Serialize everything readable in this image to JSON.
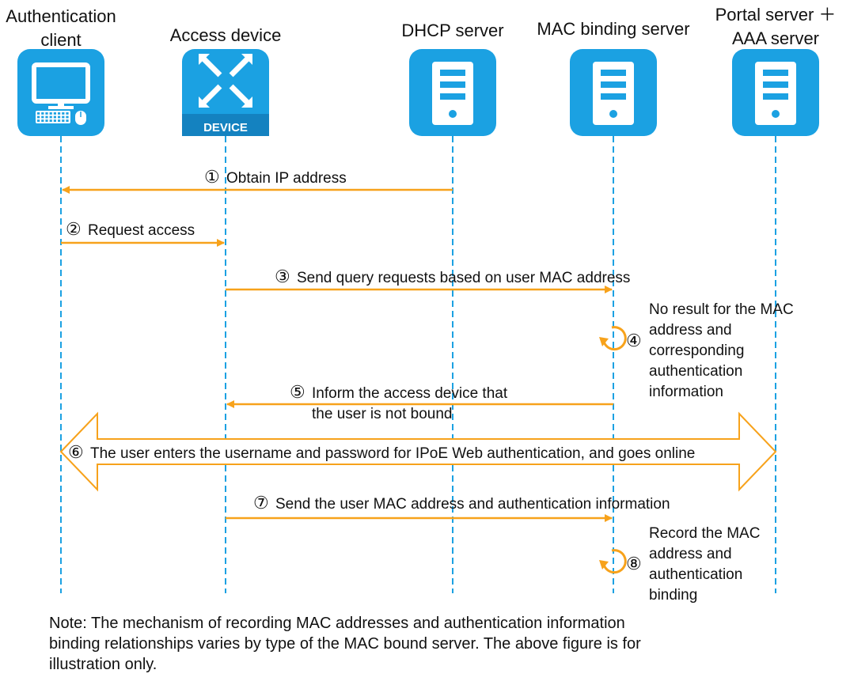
{
  "participants": [
    {
      "id": "client",
      "label_lines": [
        "Authentication",
        "client"
      ],
      "icon": "computer-icon"
    },
    {
      "id": "access",
      "label_lines": [
        "Access device"
      ],
      "icon": "device-icon",
      "badge": "DEVICE"
    },
    {
      "id": "dhcp",
      "label_lines": [
        "DHCP server"
      ],
      "icon": "server-icon"
    },
    {
      "id": "macbind",
      "label_lines": [
        "MAC binding server"
      ],
      "icon": "server-icon"
    },
    {
      "id": "portal",
      "label_lines": [
        "Portal server ＋",
        "AAA server"
      ],
      "icon": "server-icon"
    }
  ],
  "steps": [
    {
      "num": "①",
      "text_lines": [
        "Obtain IP address"
      ],
      "from": "dhcp",
      "to": "client"
    },
    {
      "num": "②",
      "text_lines": [
        "Request access"
      ],
      "from": "client",
      "to": "access"
    },
    {
      "num": "③",
      "text_lines": [
        "Send query requests based on user MAC address"
      ],
      "from": "access",
      "to": "macbind"
    },
    {
      "num": "④",
      "text_lines": [
        "No result for the MAC",
        "address and",
        "corresponding",
        "authentication",
        "information"
      ],
      "self": "macbind"
    },
    {
      "num": "⑤",
      "text_lines": [
        "Inform the access device that",
        "the user is not bound"
      ],
      "from": "macbind",
      "to": "access"
    },
    {
      "num": "⑥",
      "text_lines": [
        "The user enters the username and password for IPoE Web authentication, and goes online"
      ],
      "from": "client",
      "to": "portal",
      "bidirectional": true
    },
    {
      "num": "⑦",
      "text_lines": [
        "Send the user MAC address and authentication information"
      ],
      "from": "access",
      "to": "macbind"
    },
    {
      "num": "⑧",
      "text_lines": [
        "Record the MAC",
        "address and",
        "authentication",
        "binding"
      ],
      "self": "macbind"
    }
  ],
  "note_lines": [
    "Note: The mechanism of recording MAC addresses and authentication information",
    "binding relationships varies by type of the MAC bound server. The above figure is for",
    "illustration only."
  ],
  "colors": {
    "icon": "#1ba1e2",
    "icon_dark": "#1482c0",
    "lifeline": "#1ba1e2",
    "arrow": "#f7a21b"
  }
}
